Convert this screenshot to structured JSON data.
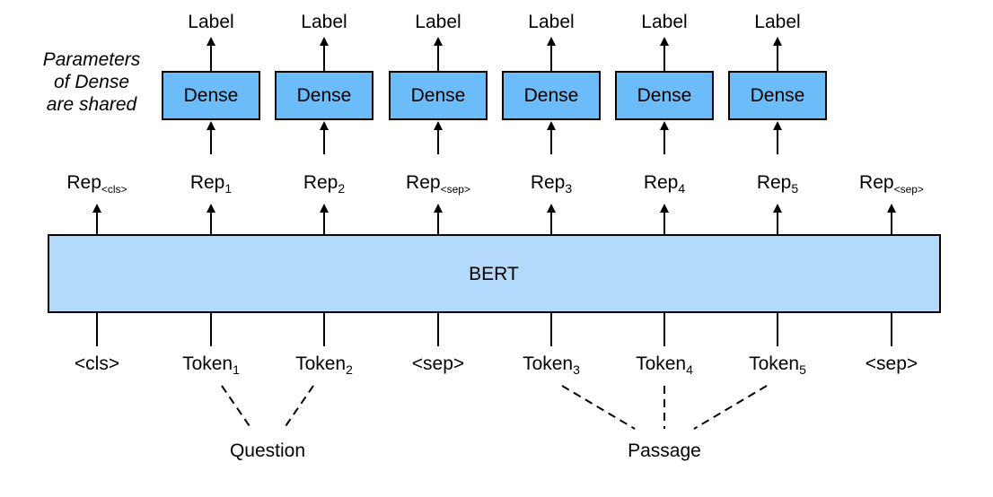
{
  "note": {
    "lines": [
      "Parameters",
      "of Dense",
      "are shared"
    ]
  },
  "dense_label": "Dense",
  "output_label": "Label",
  "bert_label": "BERT",
  "reps": [
    {
      "base": "Rep",
      "sub": "<cls>"
    },
    {
      "base": "Rep",
      "sub": "1"
    },
    {
      "base": "Rep",
      "sub": "2"
    },
    {
      "base": "Rep",
      "sub": "<sep>"
    },
    {
      "base": "Rep",
      "sub": "3"
    },
    {
      "base": "Rep",
      "sub": "4"
    },
    {
      "base": "Rep",
      "sub": "5"
    },
    {
      "base": "Rep",
      "sub": "<sep>"
    }
  ],
  "tokens": [
    {
      "base": "<cls>",
      "sub": ""
    },
    {
      "base": "Token",
      "sub": "1"
    },
    {
      "base": "Token",
      "sub": "2"
    },
    {
      "base": "<sep>",
      "sub": ""
    },
    {
      "base": "Token",
      "sub": "3"
    },
    {
      "base": "Token",
      "sub": "4"
    },
    {
      "base": "Token",
      "sub": "5"
    },
    {
      "base": "<sep>",
      "sub": ""
    }
  ],
  "groups": [
    {
      "label": "Question",
      "tokens": [
        1,
        2
      ]
    },
    {
      "label": "Passage",
      "tokens": [
        4,
        5,
        6
      ]
    }
  ],
  "dense_columns": [
    1,
    2,
    3,
    4,
    5,
    6
  ],
  "colors": {
    "dense_fill": "#6BBCF8",
    "bert_fill": "#B3DAFA",
    "stroke": "#000000"
  }
}
